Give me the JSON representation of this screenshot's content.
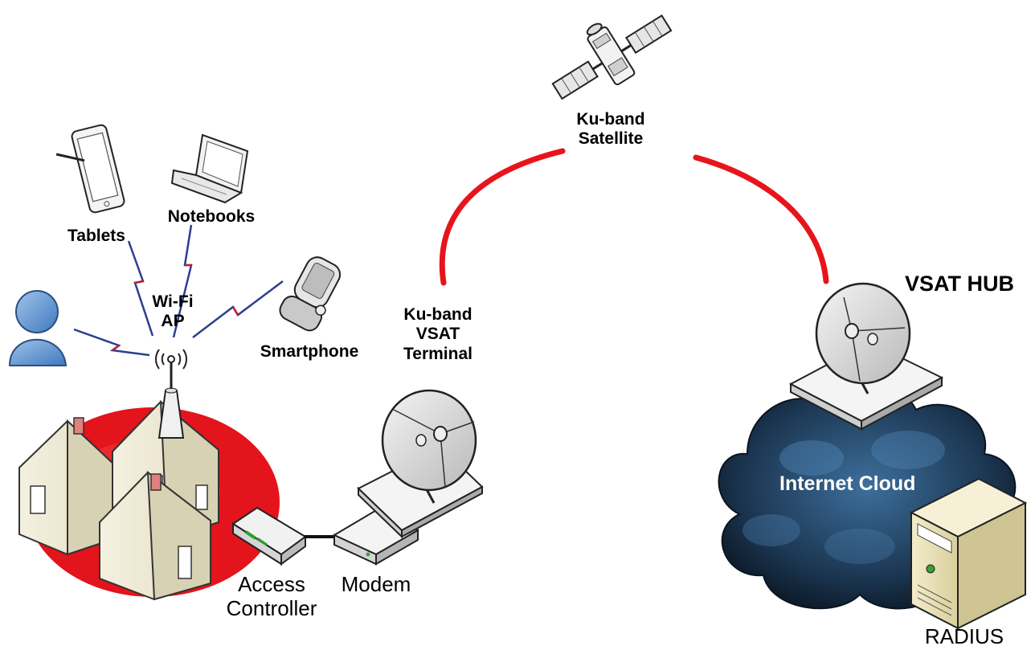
{
  "labels": {
    "satellite": "Ku-band\nSatellite",
    "tablets": "Tablets",
    "notebooks": "Notebooks",
    "wifi_ap": "Wi-Fi\nAP",
    "smartphone": "Smartphone",
    "vsat_terminal": "Ku-band\nVSAT\nTerminal",
    "vsat_hub": "VSAT HUB",
    "internet_cloud": "Internet Cloud",
    "access_controller": "Access\nController",
    "modem": "Modem",
    "radius": "RADIUS"
  },
  "colors": {
    "satellite_link": "#e8141b",
    "wireless_link_blue": "#2a3f8f",
    "wireless_link_red": "#d01a2a",
    "coverage_area": "#e3141b",
    "cloud": "#1d3a55"
  },
  "icons": [
    "satellite-icon",
    "tablet-icon",
    "notebook-icon",
    "user-icon",
    "smartphone-icon",
    "antenna-icon",
    "house-icon",
    "access-controller-icon",
    "modem-icon",
    "satellite-dish-icon",
    "cloud-icon",
    "server-icon"
  ]
}
